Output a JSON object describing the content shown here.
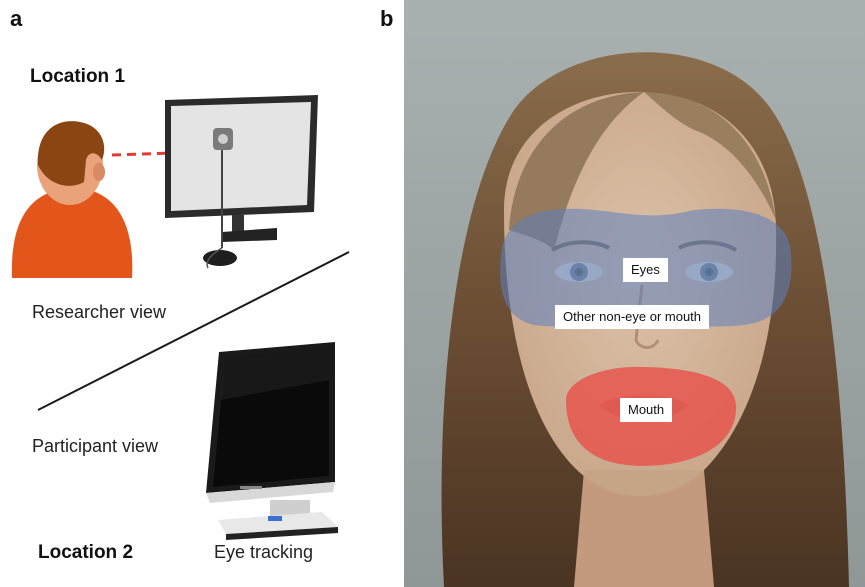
{
  "panel_a": {
    "letter": "a",
    "location_1": "Location 1",
    "researcher_view": "Researcher view",
    "participant_view": "Participant view",
    "location_2": "Location 2",
    "eye_tracking": "Eye tracking"
  },
  "panel_b": {
    "letter": "b",
    "regions": {
      "eyes": "Eyes",
      "other": "Other non-eye or mouth",
      "mouth": "Mouth"
    }
  },
  "colors": {
    "researcher_body": "#e2561c",
    "researcher_hair": "#8b4513",
    "arrow": "#e53a2f",
    "eye_region": "#5b7fc0",
    "mouth_region": "#e8504a",
    "face_region": "#c9b79a"
  }
}
